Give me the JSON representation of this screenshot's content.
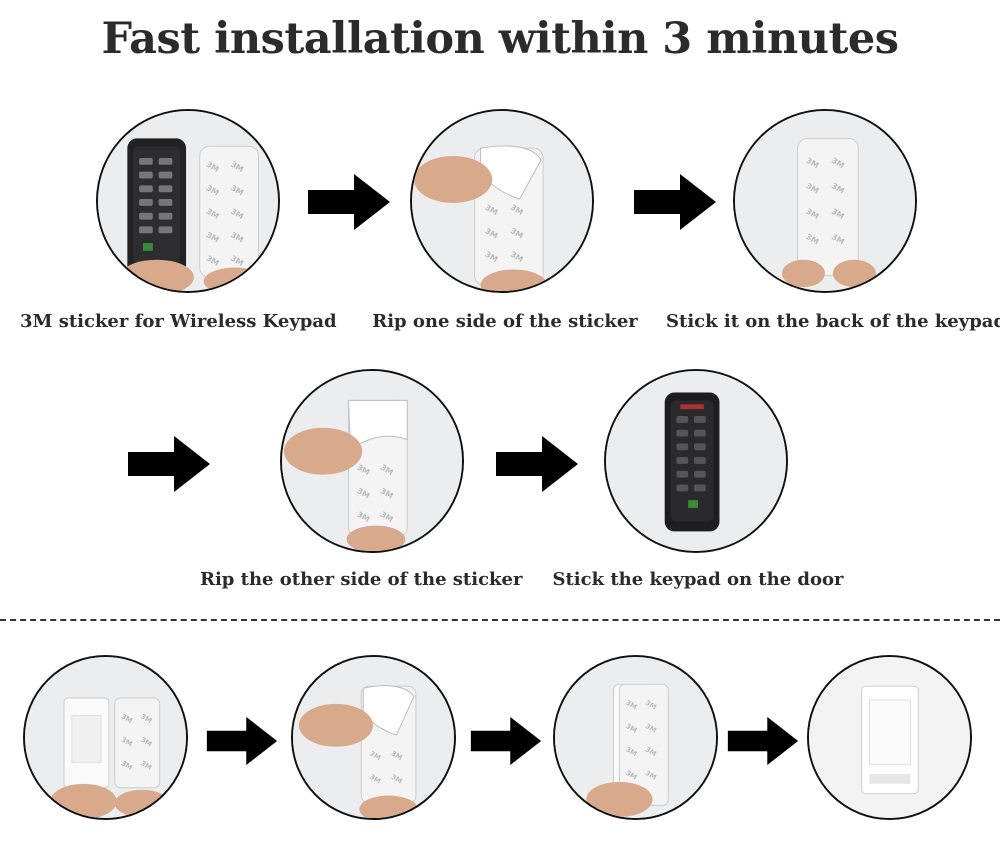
{
  "title": "Fast installation within 3 minutes",
  "steps_keypad": [
    {
      "caption": "3M sticker for Wireless Keypad"
    },
    {
      "caption": "Rip one side of the sticker"
    },
    {
      "caption": "Stick it on the back of the keypad"
    },
    {
      "caption": "Rip the other side of the sticker"
    },
    {
      "caption": "Stick the keypad on the door"
    }
  ],
  "sticker_text": "3M",
  "colors": {
    "arrow": "#000000",
    "circle_border": "#111111",
    "sticker": "#f2f2f2",
    "keypad": "#1d1d1f"
  }
}
